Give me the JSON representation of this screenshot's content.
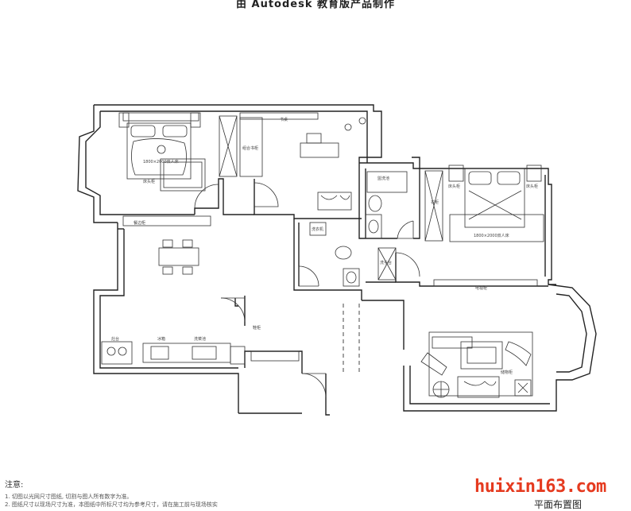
{
  "header": {
    "text": "由 Autodesk 教育版产品制作"
  },
  "labels": {
    "desk": "书桌",
    "wardrobe_left": "衣柜",
    "bed_left": "1800×2000双人床",
    "nightstand_left": "床头柜",
    "bookcase": "组合书柜",
    "bedside_right": "床头柜",
    "bedside_right2": "床头柜",
    "bed_right": "1800×2000双人床",
    "wardrobe_right": "衣柜",
    "washer": "洗衣机",
    "basin": "洗手台",
    "wash": "盥洗池",
    "shoe": "鞋柜",
    "dining_cab": "餐边柜",
    "fridge": "冰箱",
    "stove": "灶台",
    "sink": "洗菜池",
    "tv": "电视柜",
    "cab": "储物柜"
  },
  "notes": {
    "title": "注意:",
    "line1": "1. 切图以光网尺寸图纸, 切割与图人所有数字为准。",
    "line2": "2. 图纸尺寸以现场尺寸为准，本图纸中所标尺寸均为参考尺寸，请在施工前与现场核实"
  },
  "watermark": {
    "text": "huixin163.com",
    "color": "#e53a1f"
  },
  "plan_title": {
    "text": "平面布置图"
  }
}
